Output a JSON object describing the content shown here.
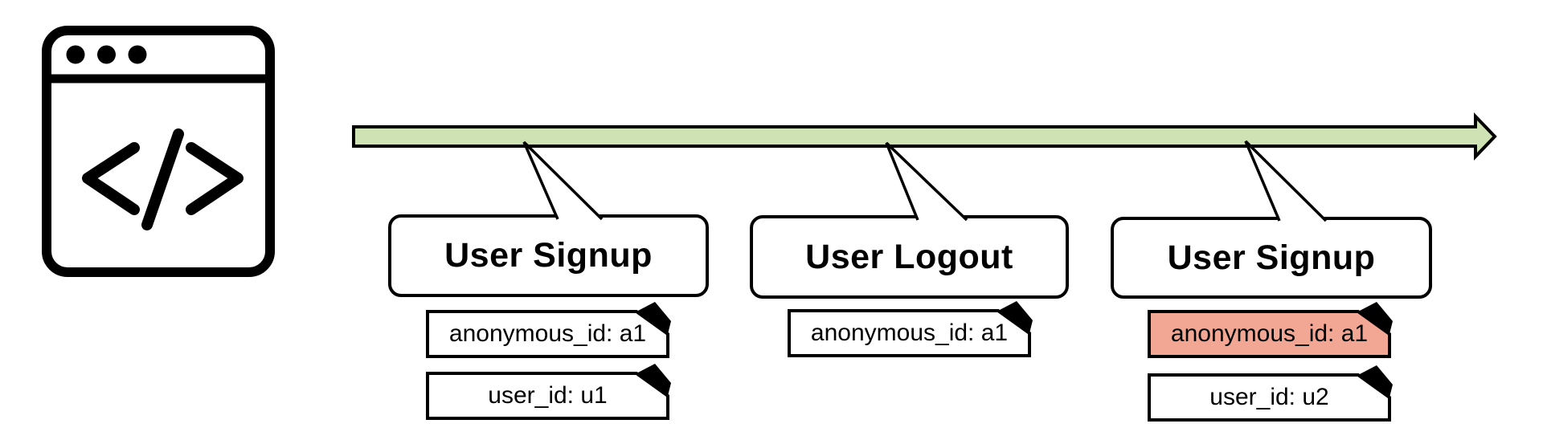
{
  "colors": {
    "timeline_fill": "#cfe2b3",
    "highlight_fill": "#f2a694",
    "stroke": "#000000",
    "background": "#ffffff"
  },
  "browser_icon": {
    "icon": "browser-window-code-icon",
    "glyph": "</>"
  },
  "timeline": {
    "icon": "arrow-right"
  },
  "events": [
    {
      "title": "User Signup",
      "tags": [
        {
          "text": "anonymous_id: a1",
          "highlighted": false
        },
        {
          "text": "user_id: u1",
          "highlighted": false
        }
      ]
    },
    {
      "title": "User Logout",
      "tags": [
        {
          "text": "anonymous_id: a1",
          "highlighted": false
        }
      ]
    },
    {
      "title": "User Signup",
      "tags": [
        {
          "text": "anonymous_id: a1",
          "highlighted": true
        },
        {
          "text": "user_id: u2",
          "highlighted": false
        }
      ]
    }
  ]
}
